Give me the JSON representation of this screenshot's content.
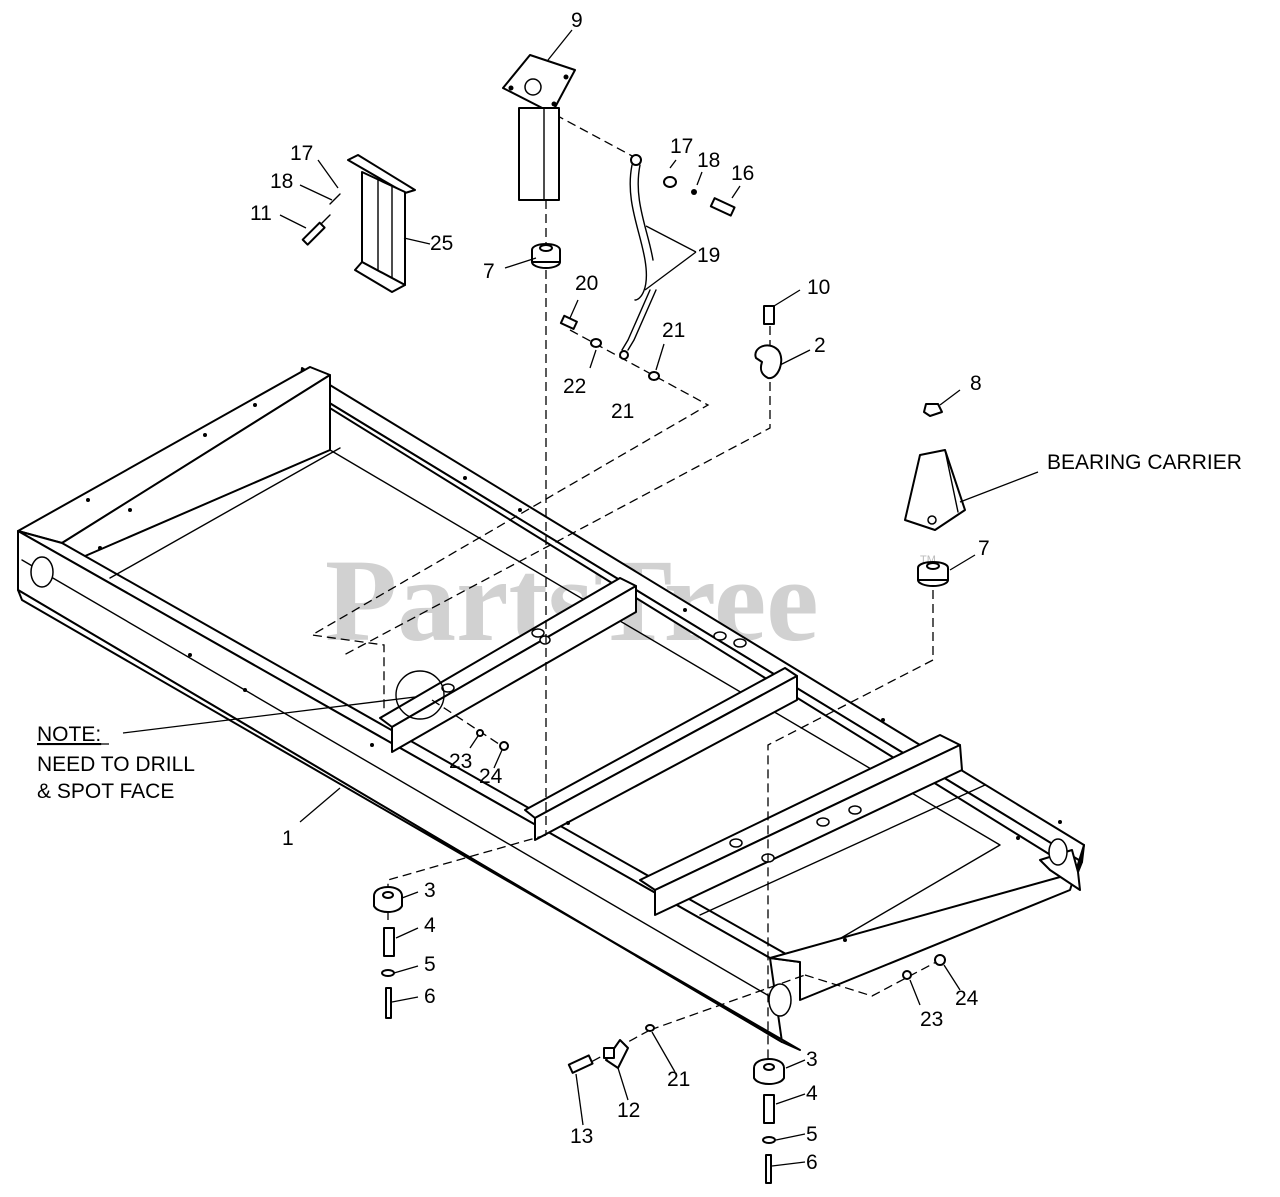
{
  "watermark": {
    "text": "PartsTree",
    "tm": "TM"
  },
  "labels": {
    "bearing_carrier": "BEARING CARRIER",
    "note_title": "NOTE:",
    "note_line1": "NEED TO DRILL",
    "note_line2": "& SPOT FACE"
  },
  "callouts": {
    "p1": "1",
    "p2": "2",
    "p3a": "3",
    "p3b": "3",
    "p4a": "4",
    "p4b": "4",
    "p5a": "5",
    "p5b": "5",
    "p6a": "6",
    "p6b": "6",
    "p7a": "7",
    "p7b": "7",
    "p8": "8",
    "p9": "9",
    "p10": "10",
    "p11": "11",
    "p12": "12",
    "p13": "13",
    "p16": "16",
    "p17a": "17",
    "p17b": "17",
    "p18a": "18",
    "p18b": "18",
    "p19": "19",
    "p20": "20",
    "p21a": "21",
    "p21b": "21",
    "p21c": "21",
    "p22": "22",
    "p23a": "23",
    "p23b": "23",
    "p24a": "24",
    "p24b": "24",
    "p25": "25"
  }
}
